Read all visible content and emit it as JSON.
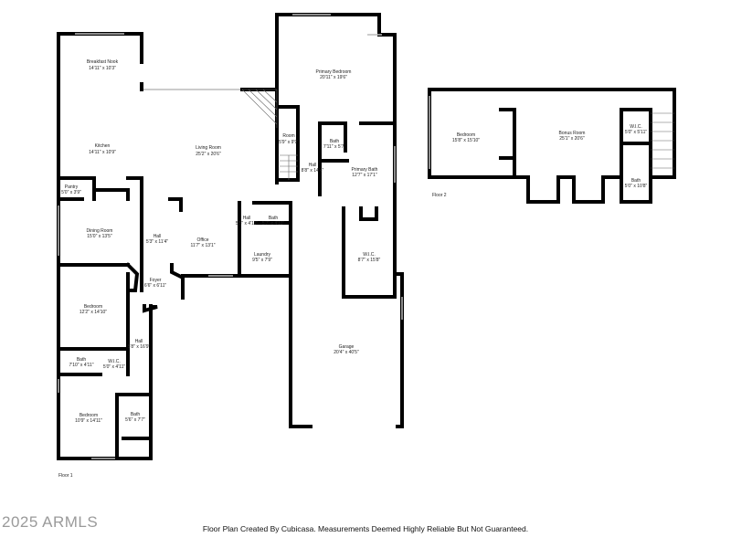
{
  "floor1": {
    "label": "Floor 1",
    "rooms": [
      {
        "name": "Breakfast Nook",
        "dims": "14'11\" x 10'3\""
      },
      {
        "name": "Kitchen",
        "dims": "14'11\" x 10'9\""
      },
      {
        "name": "Living Room",
        "dims": "25'2\" x 20'6\""
      },
      {
        "name": "Room",
        "dims": "5'9\" x 9'9\""
      },
      {
        "name": "Hall",
        "dims": "8'8\" x 14'4\""
      },
      {
        "name": "Bath",
        "dims": "7'11\" x 5'7\""
      },
      {
        "name": "Primary Bedroom",
        "dims": "20'11\" x 19'6\""
      },
      {
        "name": "Primary Bath",
        "dims": "12'7\" x 17'1\""
      },
      {
        "name": "Pantry",
        "dims": "5'0\" x 3'9\""
      },
      {
        "name": "Dining Room",
        "dims": "15'0\" x 13'5\""
      },
      {
        "name": "Hall",
        "dims": "5'3\" x 11'4\""
      },
      {
        "name": "Office",
        "dims": "11'7\" x 13'1\""
      },
      {
        "name": "Hall",
        "dims": "5'5\" x 4'11\""
      },
      {
        "name": "Bath",
        "dims": "5'7\" x 4'11\""
      },
      {
        "name": "Laundry",
        "dims": "9'5\" x 7'9\""
      },
      {
        "name": "Foyer",
        "dims": "6'6\" x 6'11\""
      },
      {
        "name": "Bedroom",
        "dims": "12'2\" x 14'10\""
      },
      {
        "name": "Hall",
        "dims": "5'8\" x 16'9\""
      },
      {
        "name": "Bath",
        "dims": "7'10\" x 4'11\""
      },
      {
        "name": "W.I.C.",
        "dims": "5'0\" x 4'11\""
      },
      {
        "name": "Bedroom",
        "dims": "10'9\" x 14'11\""
      },
      {
        "name": "Bath",
        "dims": "5'6\" x 7'7\""
      },
      {
        "name": "W.I.C.",
        "dims": "8'7\" x 15'8\""
      },
      {
        "name": "Garage",
        "dims": "20'4\" x 40'5\""
      }
    ]
  },
  "floor2": {
    "label": "Floor 2",
    "rooms": [
      {
        "name": "Bedroom",
        "dims": "15'8\" x 15'10\""
      },
      {
        "name": "Bonus Room",
        "dims": "25'1\" x 20'6\""
      },
      {
        "name": "W.I.C.",
        "dims": "5'0\" x 5'11\""
      },
      {
        "name": "Bath",
        "dims": "5'0\" x 10'8\""
      }
    ]
  },
  "footer": {
    "watermark": "2025 ARMLS",
    "caption": "Floor Plan Created By Cubicasa. Measurements Deemed Highly Reliable But Not Guaranteed."
  },
  "colors": {
    "walls": "#000000",
    "windows": "#bbbbbb",
    "watermark": "#9a9a9a"
  }
}
